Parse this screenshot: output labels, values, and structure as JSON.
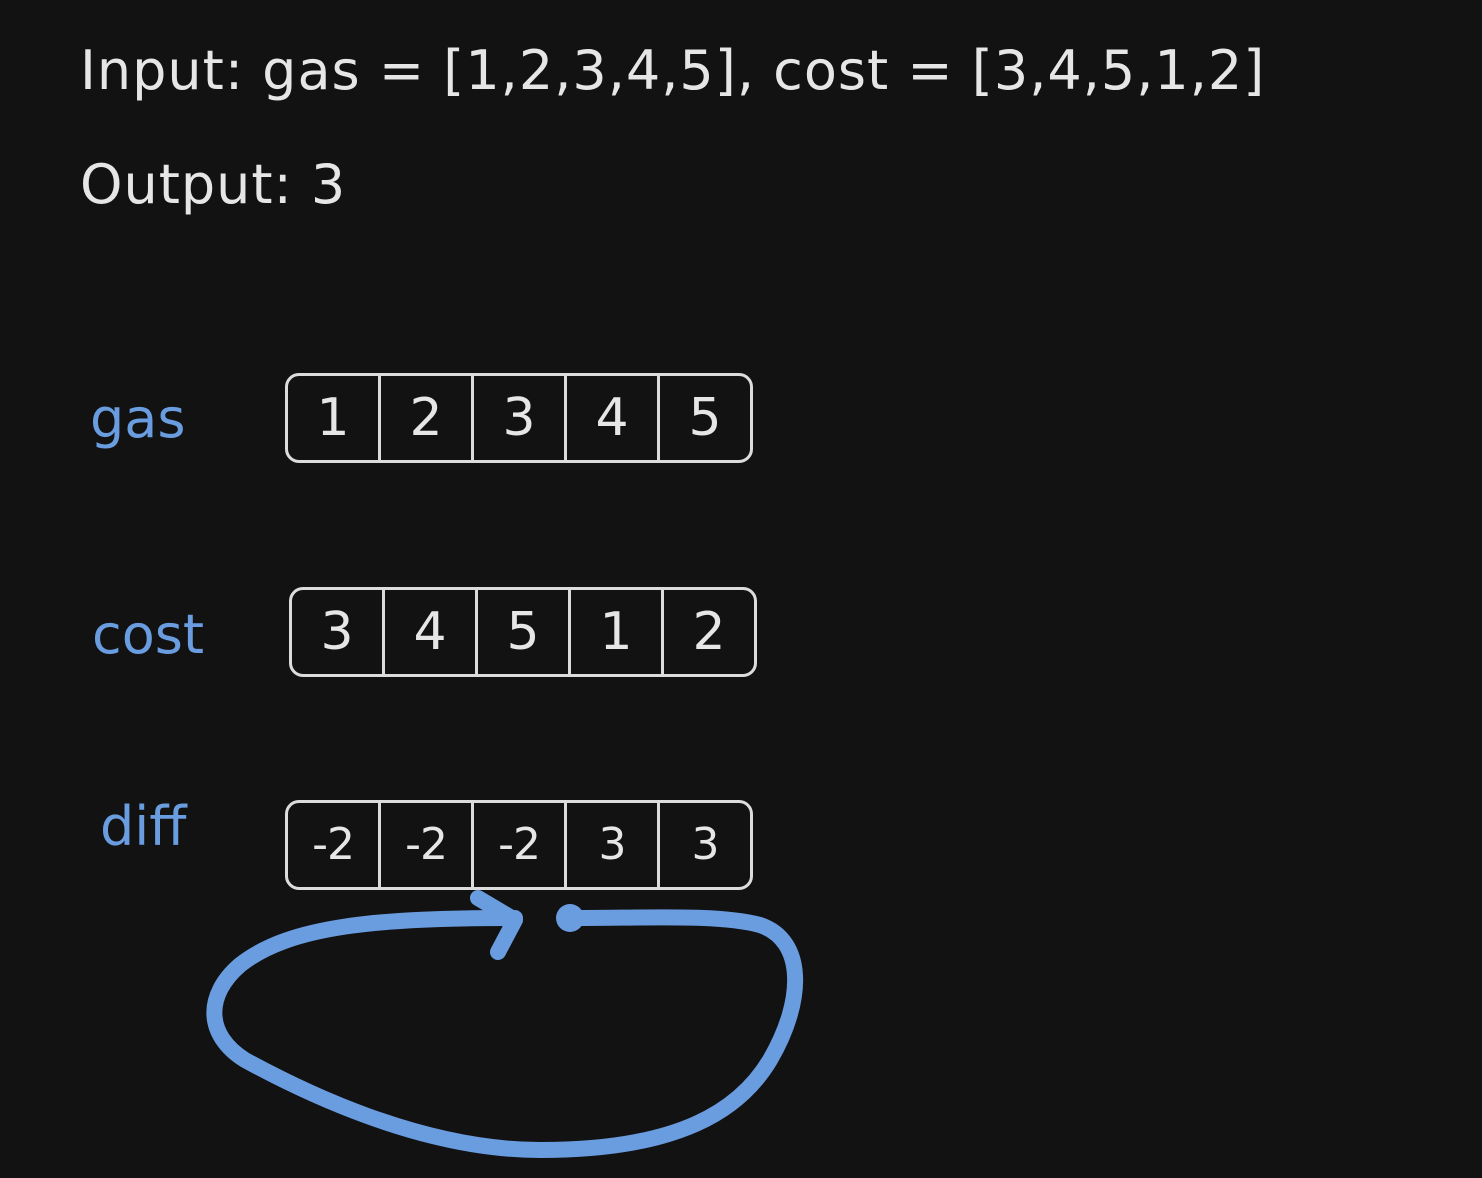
{
  "headline": {
    "input": "Input: gas = [1,2,3,4,5], cost = [3,4,5,1,2]",
    "output": "Output: 3"
  },
  "rows": {
    "gas": {
      "label": "gas",
      "values": [
        "1",
        "2",
        "3",
        "4",
        "5"
      ]
    },
    "cost": {
      "label": "cost",
      "values": [
        "3",
        "4",
        "5",
        "1",
        "2"
      ]
    },
    "diff": {
      "label": "diff",
      "values": [
        "-2",
        "-2",
        "-2",
        "3",
        "3"
      ]
    }
  },
  "colors": {
    "background": "#121212",
    "text": "#e6e6e6",
    "accent": "#6a9ce0",
    "box": "#dcdcdc"
  }
}
